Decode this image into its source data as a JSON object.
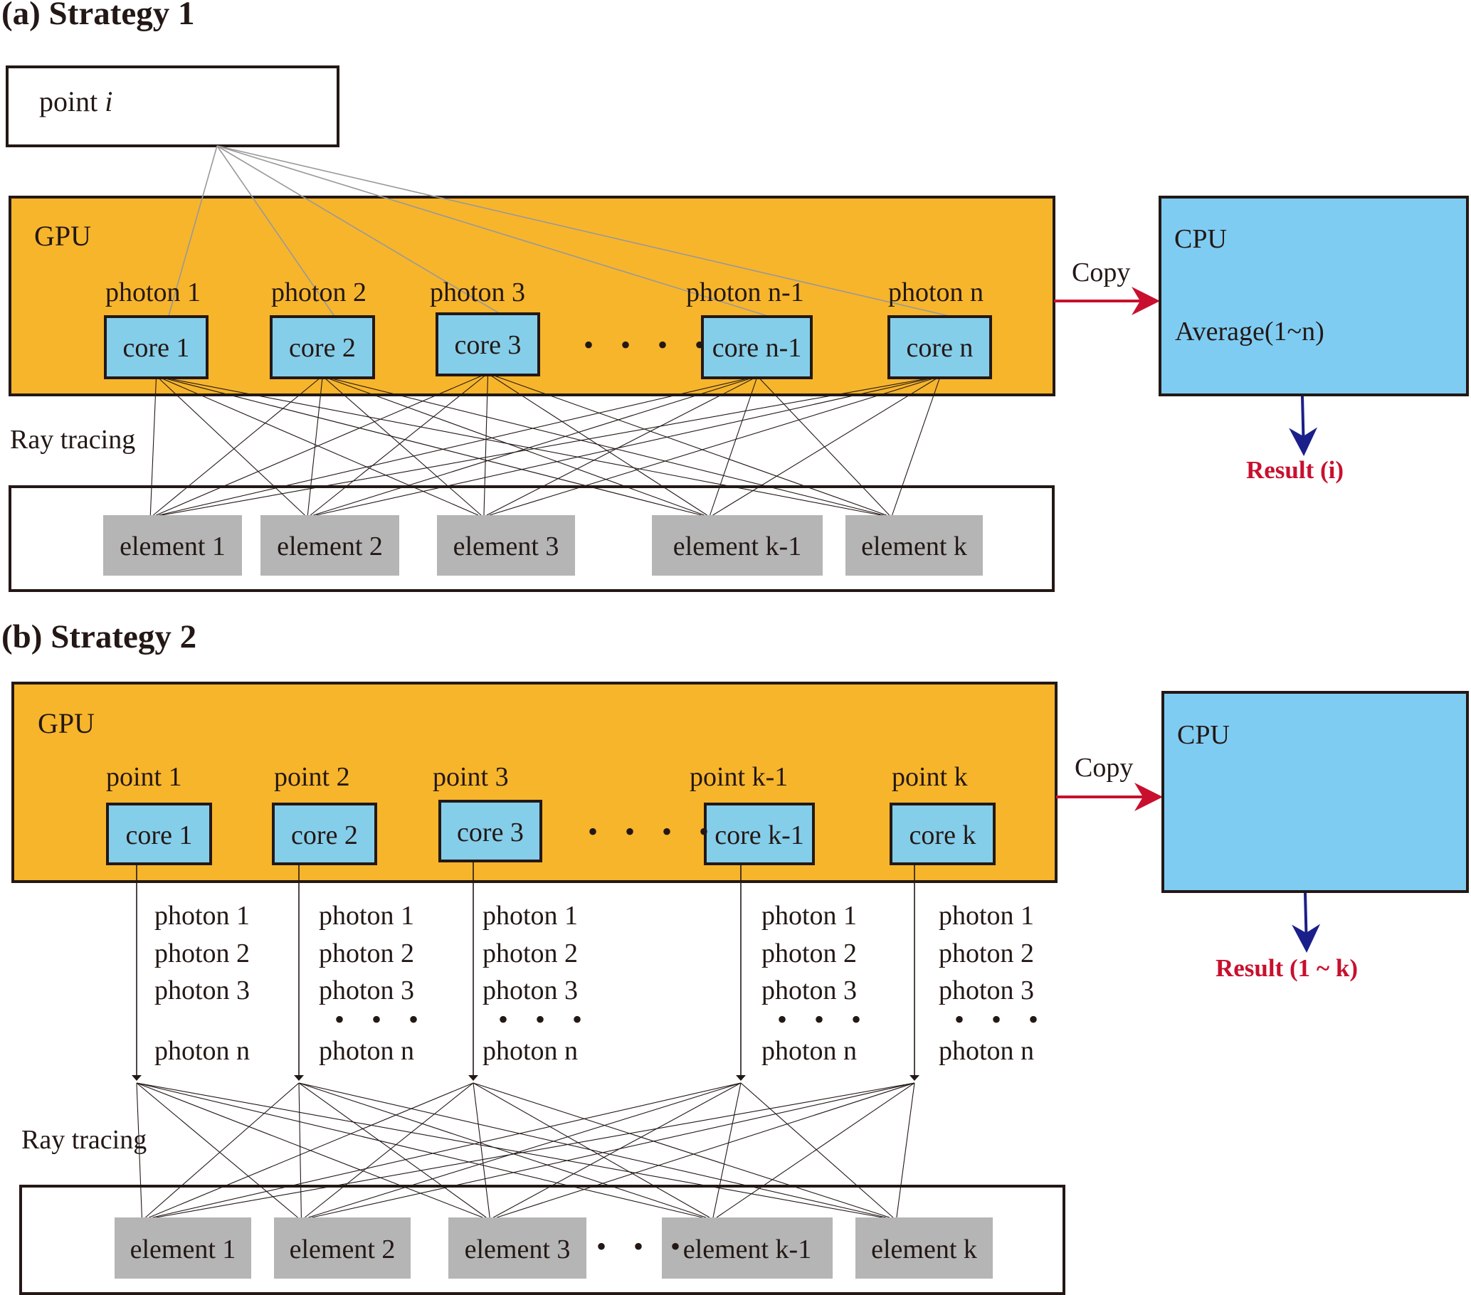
{
  "colors": {
    "gpu_fill": "#F7B52C",
    "core_fill": "#85CEEA",
    "cpu_fill": "#7FCCF2",
    "element_fill": "#B5B5B5",
    "border": "#231815",
    "copy_arrow": "#C8102E",
    "result_arrow": "#1B1F8A",
    "result_text": "#C8102E",
    "point_line": "#999999",
    "ray_line": "#231815"
  },
  "strategy1": {
    "title": "(a) Strategy 1",
    "point_label": "point ",
    "point_var": "i",
    "gpu_label": "GPU",
    "cores": [
      {
        "task": "photon 1",
        "core": "core 1"
      },
      {
        "task": "photon 2",
        "core": "core 2"
      },
      {
        "task": "photon 3",
        "core": "core 3"
      },
      {
        "task": "photon n-1",
        "core": "core n-1"
      },
      {
        "task": "photon n",
        "core": "core n"
      }
    ],
    "ellipsis": "• • • •",
    "ray_tracing_label": "Ray tracing",
    "elements": [
      "element 1",
      "element 2",
      "element 3",
      "element k-1",
      "element k"
    ],
    "copy_label": "Copy",
    "cpu_label": "CPU",
    "cpu_operation": "Average(1~n)",
    "result": "Result (i)"
  },
  "strategy2": {
    "title": "(b) Strategy 2",
    "gpu_label": "GPU",
    "cores": [
      {
        "task": "point 1",
        "core": "core 1",
        "photons": [
          "photon 1",
          "photon 2",
          "photon 3",
          "",
          "photon n"
        ]
      },
      {
        "task": "point 2",
        "core": "core 2",
        "photons": [
          "photon 1",
          "photon 2",
          "photon 3",
          "• • •",
          "photon n"
        ]
      },
      {
        "task": "point 3",
        "core": "core 3",
        "photons": [
          "photon 1",
          "photon 2",
          "photon 3",
          "• • •",
          "photon n"
        ]
      },
      {
        "task": "point k-1",
        "core": "core k-1",
        "photons": [
          "photon 1",
          "photon 2",
          "photon 3",
          "• • •",
          "photon n"
        ]
      },
      {
        "task": "point k",
        "core": "core k",
        "photons": [
          "photon 1",
          "photon 2",
          "photon 3",
          "• • •",
          "photon n"
        ]
      }
    ],
    "ellipsis": "• • • •",
    "ray_tracing_label": "Ray tracing",
    "elements": [
      "element 1",
      "element 2",
      "element 3",
      "element k-1",
      "element k"
    ],
    "element_ellipsis": "• • •",
    "copy_label": "Copy",
    "cpu_label": "CPU",
    "result": "Result (1 ~ k)"
  }
}
